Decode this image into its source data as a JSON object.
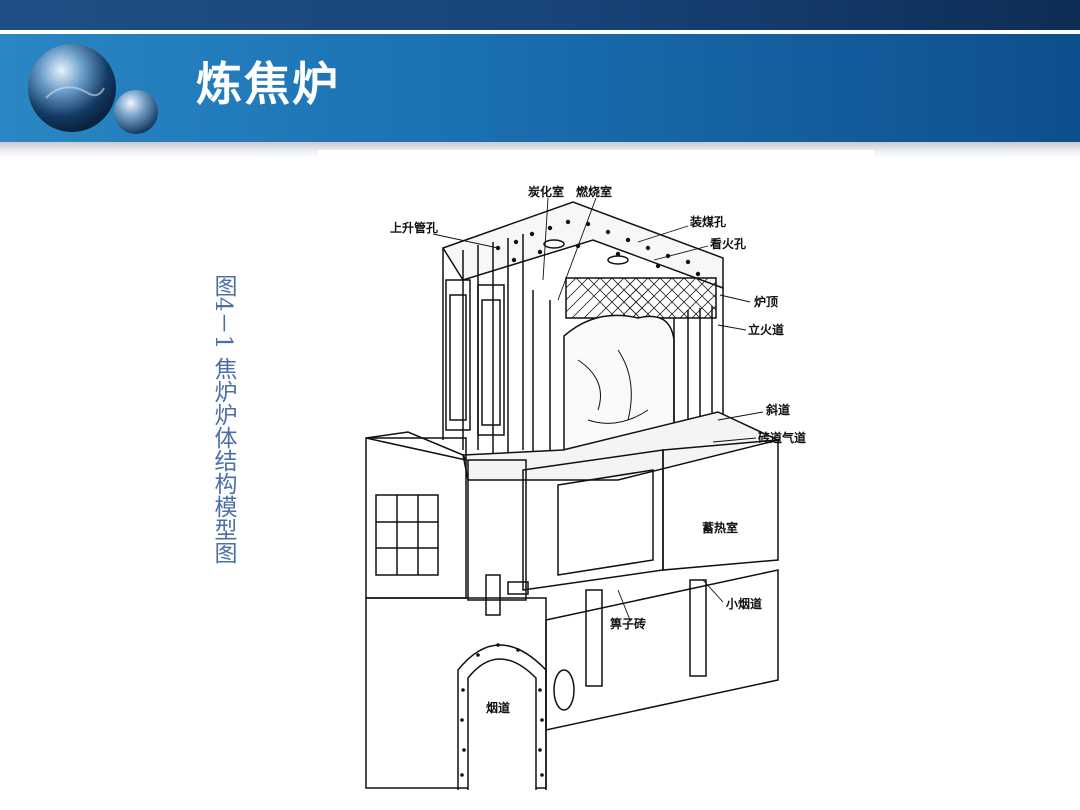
{
  "slide": {
    "title": "炼焦炉",
    "caption": "图4－1 焦炉炉体结构模型图"
  },
  "diagram": {
    "labels": {
      "carbonization_chamber": "炭化室",
      "combustion_chamber": "燃烧室",
      "ascension_pipe_hole": "上升管孔",
      "charging_hole": "装煤孔",
      "peephole": "看火孔",
      "oven_roof": "炉顶",
      "vertical_flue": "立火道",
      "inclined_flue": "斜道",
      "brick_gas_duct": "砖道气道",
      "regenerator": "蓄热室",
      "small_flue": "小烟道",
      "grate_brick": "箅子砖",
      "flue": "烟道"
    }
  },
  "colors": {
    "banner": "#1a6fb0",
    "topbar": "#18457a",
    "caption": "#4b6fa6"
  }
}
